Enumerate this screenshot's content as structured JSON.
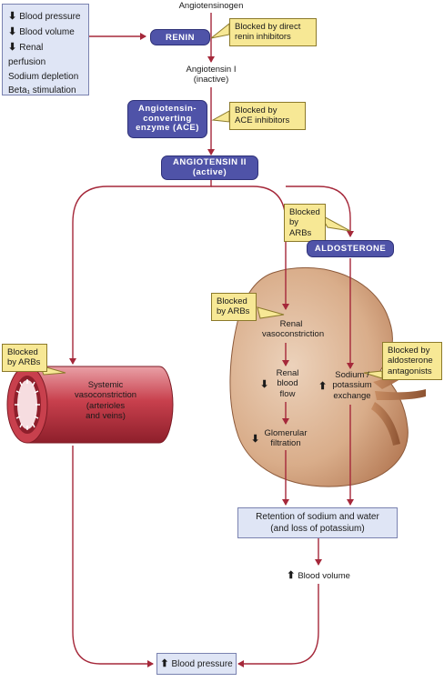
{
  "triggers": [
    {
      "arrow": "⬇",
      "text": "Blood pressure"
    },
    {
      "arrow": "⬇",
      "text": "Blood volume"
    },
    {
      "arrow": "⬇",
      "text": "Renal perfusion"
    },
    {
      "arrow": "",
      "text": "Sodium depletion"
    },
    {
      "arrow": "",
      "text": "Beta₁ stimulation"
    }
  ],
  "nodes": {
    "angiotensinogen": "Angiotensinogen",
    "renin": "RENIN",
    "angiotensin_1": [
      "Angiotensin I",
      "(inactive)"
    ],
    "ace": [
      "Angiotensin-",
      "converting",
      "enzyme (ACE)"
    ],
    "angiotensin_2": [
      "ANGIOTENSIN II",
      "(active)"
    ],
    "aldosterone": "ALDOSTERONE",
    "renal_vasoconstriction": [
      "Renal",
      "vasoconstriction"
    ],
    "renal_blood_flow": {
      "arrow": "⬇",
      "lines": [
        "Renal",
        "blood",
        "flow"
      ]
    },
    "glomerular_filtration": {
      "arrow": "⬇",
      "lines": [
        "Glomerular",
        "filtration"
      ]
    },
    "sodium_potassium": {
      "arrow": "⬆",
      "lines": [
        "Sodium /",
        "potassium",
        "exchange"
      ]
    },
    "systemic_vasoconstriction": [
      "Systemic",
      "vasoconstriction",
      "(arterioles",
      "and veins)"
    ],
    "retention": [
      "Retention of sodium and water",
      "(and loss of potassium)"
    ],
    "blood_volume": {
      "arrow": "⬆",
      "text": "Blood volume"
    },
    "blood_pressure": {
      "arrow": "⬆",
      "text": "Blood pressure"
    }
  },
  "blockers": {
    "renin": [
      "Blocked by direct",
      "renin inhibitors"
    ],
    "ace": [
      "Blocked by",
      "ACE inhibitors"
    ],
    "aldosterone_arb": [
      "Blocked",
      "by ARBs"
    ],
    "renal_arb": [
      "Blocked",
      "by ARBs"
    ],
    "systemic_arb": [
      "Blocked",
      "by ARBs"
    ],
    "aldosterone_antagonists": [
      "Blocked by",
      "aldosterone",
      "antagonists"
    ]
  },
  "colors": {
    "arrow": "#a5283a",
    "pill": "#4f53a8",
    "blocker": "#f7e895",
    "lavender_box": "#dfe5f5",
    "kidney": "#d9ad8a",
    "vessel": "#c0303f"
  }
}
